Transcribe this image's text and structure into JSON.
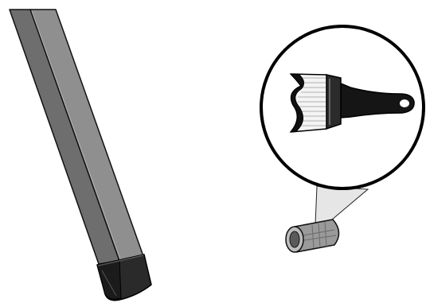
{
  "figure": {
    "items": [
      {
        "name": "square-post",
        "icon": "square-tube-icon"
      },
      {
        "name": "post-end-cap",
        "icon": "end-cap-icon"
      },
      {
        "name": "tube-sleeve",
        "icon": "cylinder-sleeve-icon"
      },
      {
        "name": "detail-callout",
        "icon": "magnifier-callout-icon"
      },
      {
        "name": "paint-brush",
        "icon": "paint-brush-icon"
      }
    ],
    "colors": {
      "post_face": "#8f8f8f",
      "post_side": "#6e6e6e",
      "outline": "#111111",
      "cap": "#2a2a2a",
      "sleeve": "#9a9a9a",
      "brush_handle": "#151515",
      "bristles": "#f4f4f4"
    }
  }
}
